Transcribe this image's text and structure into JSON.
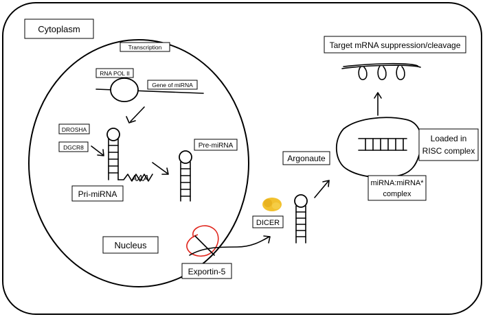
{
  "labels": {
    "cytoplasm": "Cytoplasm",
    "transcription": "Transcription",
    "rna_pol": "RNA POL II",
    "gene": "Gene of miRNA",
    "drosha": "DROSHA",
    "dgcr8": "DGCR8",
    "pri_mirna": "Pri-miRNA",
    "pre_mirna": "Pre-miRNA",
    "nucleus": "Nucleus",
    "exportin": "Exportin-5",
    "dicer": "DICER",
    "argonaute": "Argonaute",
    "target": "Target mRNA suppression/cleavage",
    "loaded_line1": "Loaded in",
    "loaded_line2": "RISC complex",
    "duplex_line1": "miRNA:miRNA*",
    "duplex_line2": "complex",
    "polya": "AAA"
  },
  "colors": {
    "outline": "#000000",
    "exportin_ring": "#e0241b",
    "dicer_blob": "#f2c12e"
  }
}
